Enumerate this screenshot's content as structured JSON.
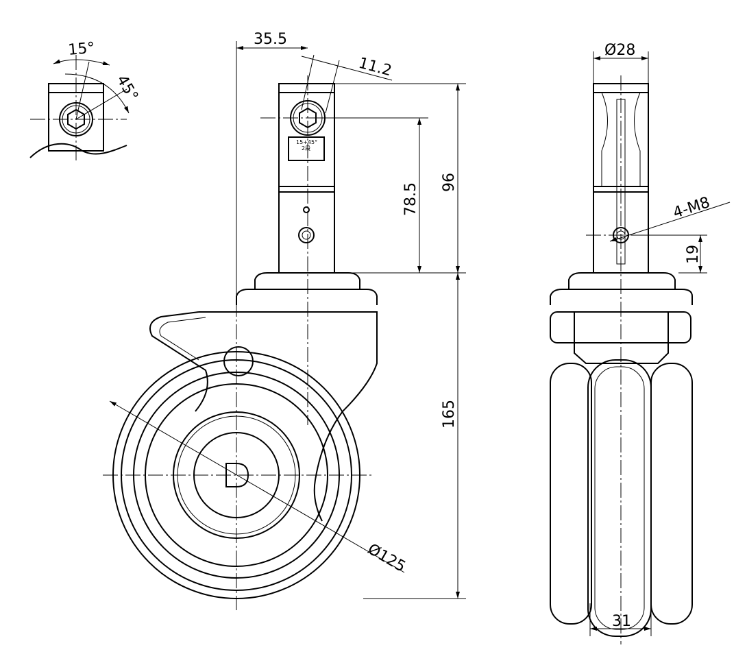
{
  "dimensions": {
    "offset": "35.5",
    "angle_offset": "11.2",
    "stem_diameter": "Ø28",
    "stem_height_total": "96",
    "socket_height": "78.5",
    "thread_spec": "4-M8",
    "thread_height": "19",
    "overall_height": "165",
    "wheel_diameter": "Ø125",
    "wheel_width": "31",
    "angle_small": "15°",
    "angle_large": "45°"
  },
  "stem_label": {
    "line1": "15+45°",
    "line2": "2段"
  },
  "colors": {
    "line": "#000000",
    "background": "#ffffff"
  }
}
